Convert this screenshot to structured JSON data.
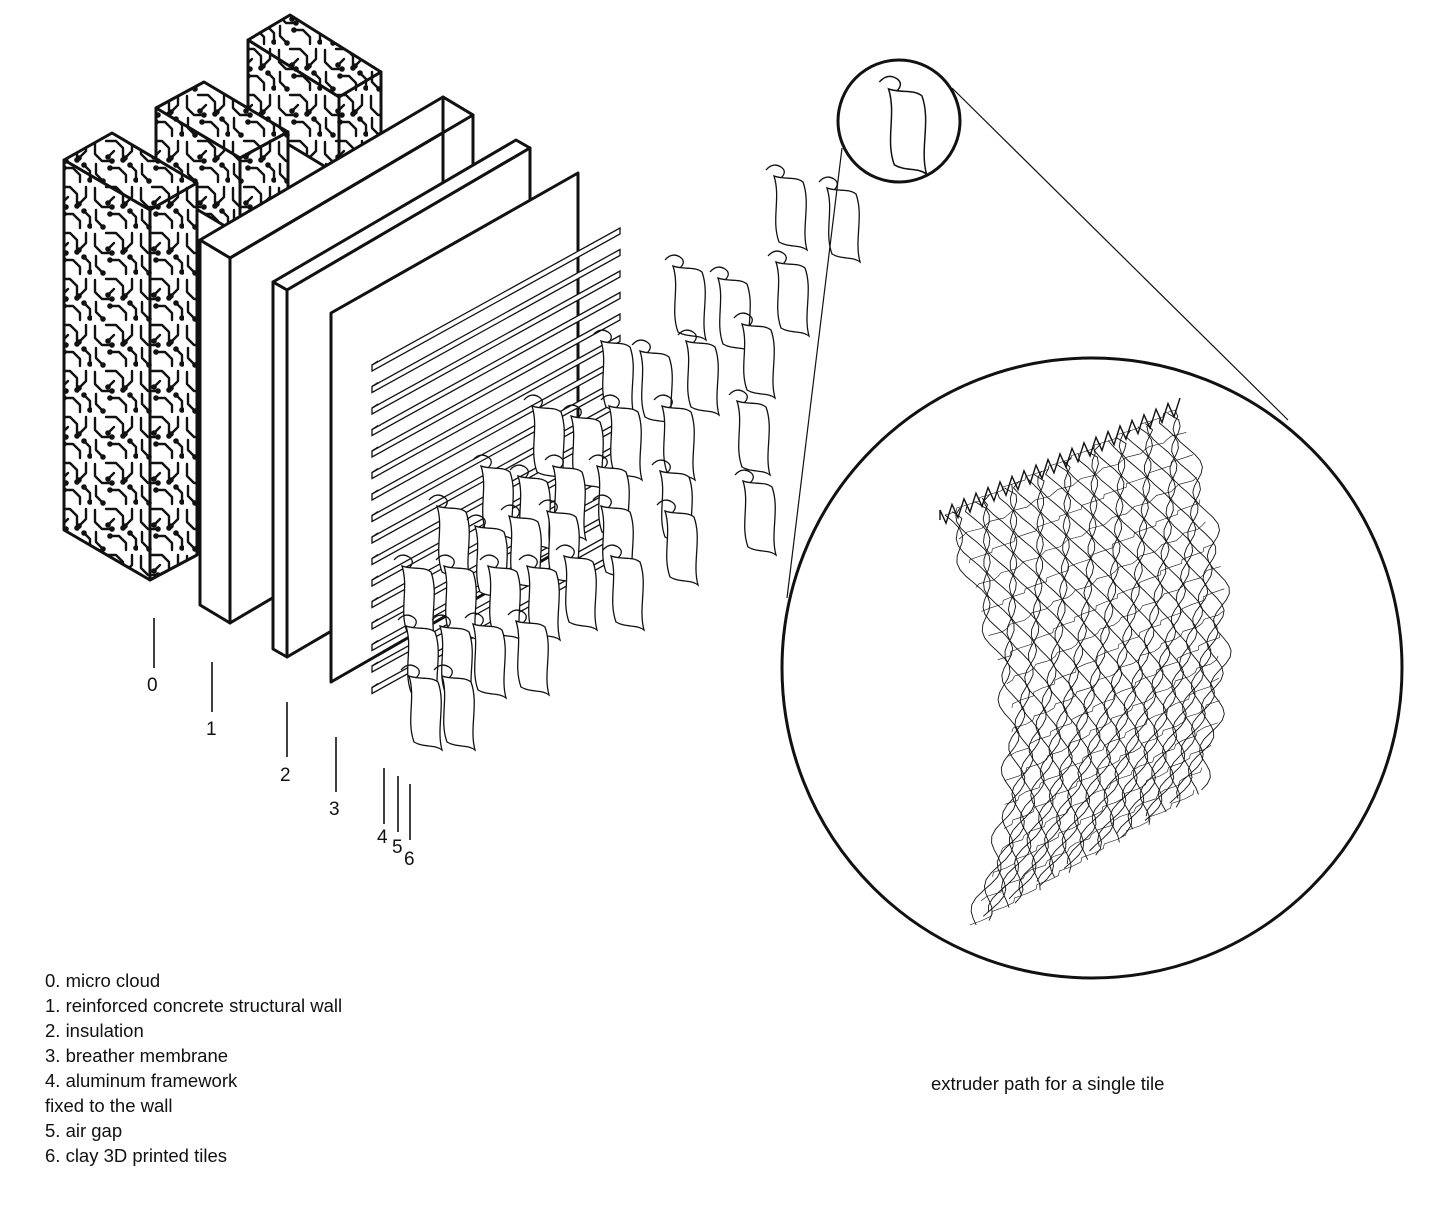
{
  "diagram": {
    "callout_numbers": [
      "0",
      "1",
      "2",
      "3",
      "4",
      "5",
      "6"
    ],
    "legend": [
      "0. micro cloud",
      "1. reinforced concrete structural wall",
      "2. insulation",
      "3. breather membrane",
      "4. aluminum framework",
      "fixed to the wall",
      "5. air gap",
      "6. clay 3D printed tiles"
    ],
    "detail_caption": "extruder path for a single tile",
    "colors": {
      "ink": "#111111",
      "paper": "#ffffff"
    },
    "icons": [
      "circuit-pattern",
      "tile-shape"
    ]
  }
}
